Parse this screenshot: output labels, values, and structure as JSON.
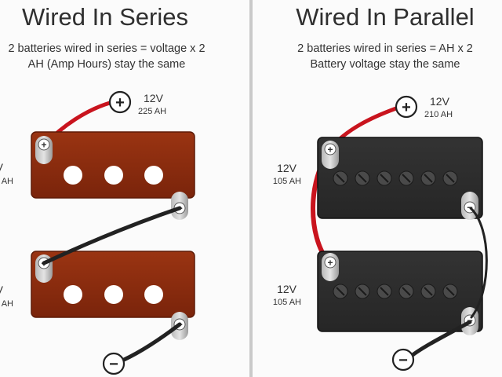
{
  "series": {
    "title": "Wired In Series",
    "subtitle_line1": "2 batteries wired in series = voltage x 2",
    "subtitle_line2": "AH (Amp Hours) stay the same",
    "output_voltage": "12V",
    "output_ah": "225 AH",
    "battery_top_voltage": "V",
    "battery_top_ah": "AH",
    "battery_bottom_voltage": "V",
    "battery_bottom_ah": "AH",
    "plus_symbol": "+",
    "minus_symbol": "−"
  },
  "parallel": {
    "title": "Wired In Parallel",
    "subtitle_line1": "2 batteries wired in series = AH x 2",
    "subtitle_line2": "Battery voltage stay the same",
    "output_voltage": "12V",
    "output_ah": "210 AH",
    "battery_top_voltage": "12V",
    "battery_top_ah": "105 AH",
    "battery_bottom_voltage": "12V",
    "battery_bottom_ah": "105 AH",
    "plus_symbol": "+",
    "minus_symbol": "−"
  },
  "colors": {
    "series_battery": "#8b2a0d",
    "parallel_battery": "#2b2b2b",
    "red_wire": "#c9141e",
    "black_wire": "#222222"
  }
}
